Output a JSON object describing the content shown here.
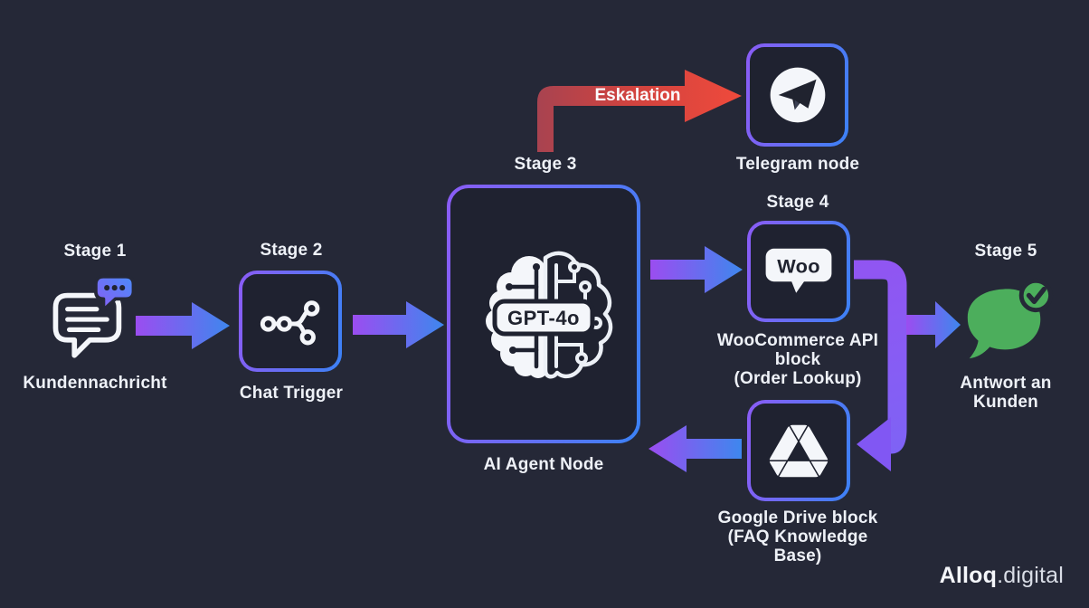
{
  "colors": {
    "background": "#252837",
    "node_fill": "#1f2230",
    "accent_purple": "#8b5cf6",
    "accent_blue": "#3b82f6",
    "escalation_red": "#e0443e",
    "success_green": "#4cae5c",
    "text": "#eef1f7"
  },
  "diagram": {
    "stage1": {
      "label": "Stage 1",
      "title": "Kundennachricht"
    },
    "stage2": {
      "label": "Stage 2",
      "title": "Chat Trigger"
    },
    "stage3": {
      "label": "Stage 3",
      "title": "AI Agent Node",
      "badge": "GPT-4o"
    },
    "escalation": {
      "label": "Eskalation"
    },
    "telegram": {
      "title": "Telegram node"
    },
    "stage4": {
      "label": "Stage 4",
      "line1": "WooCommerce API",
      "line2": "block",
      "line3": "(Order Lookup)",
      "logo_text": "Woo"
    },
    "drive": {
      "line1": "Google Drive block",
      "line2": "(FAQ Knowledge Base)"
    },
    "stage5": {
      "label": "Stage 5",
      "line1": "Antwort an",
      "line2": "Kunden"
    }
  },
  "brand": {
    "name": "Alloq",
    "suffix": ".digital"
  },
  "icons": {
    "stage1": "chat-message-icon",
    "stage2": "workflow-branch-icon",
    "stage3": "ai-brain-circuit-icon",
    "telegram": "telegram-icon",
    "stage4": "woocommerce-icon",
    "drive": "google-drive-icon",
    "stage5": "chat-success-icon"
  }
}
